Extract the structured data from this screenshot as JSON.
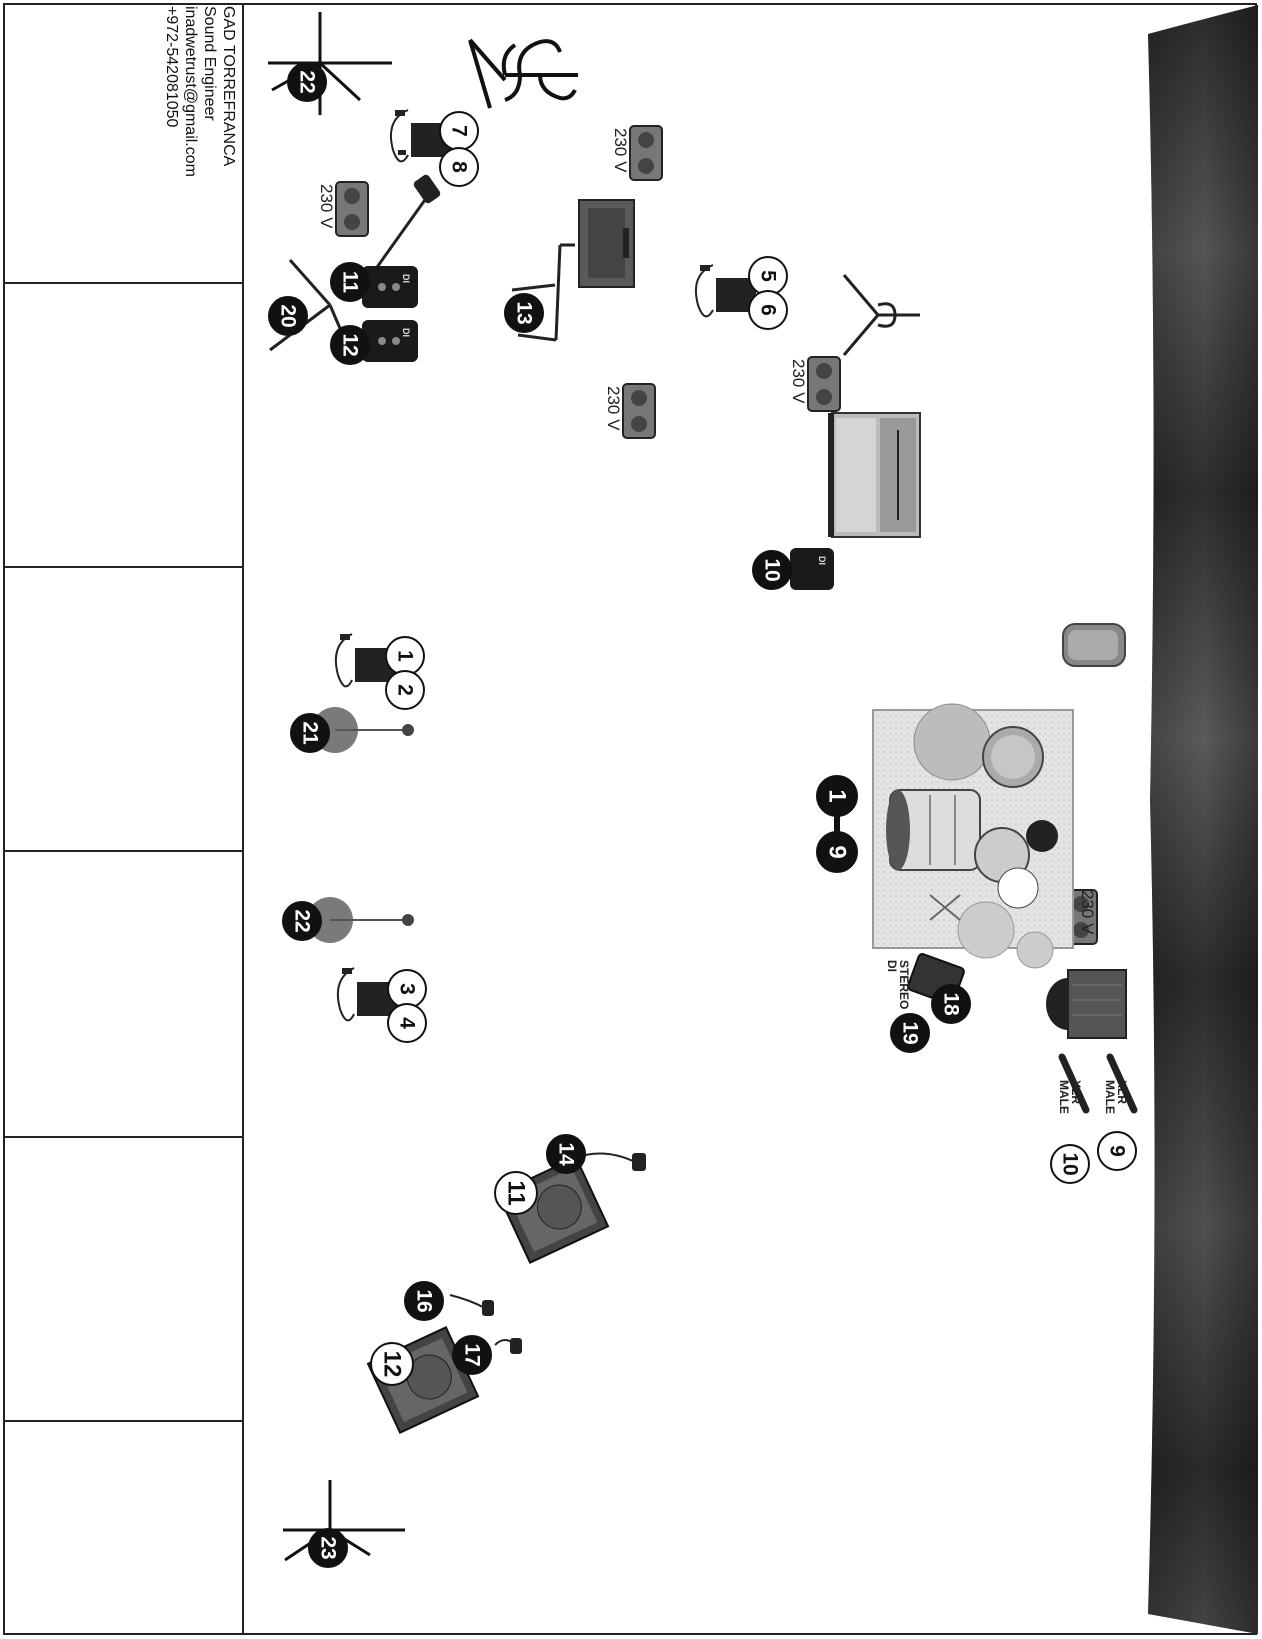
{
  "contact": {
    "name": "GAD TORREFRANCA",
    "role": "Sound Engineer",
    "email": "inadwetrust@gmail.com",
    "phone": "+972-542081050"
  },
  "power_label": "230 V",
  "labels": {
    "stereo_di": "STEREO DI",
    "xlr_male": "XLR MALE"
  },
  "di_box_text": "DI",
  "channels": {
    "c22a": "22",
    "c7": "7",
    "c8": "8",
    "c11": "11",
    "c12": "12",
    "c20": "20",
    "c13": "13",
    "c5": "5",
    "c6": "6",
    "c10": "10",
    "c1": "1",
    "c2": "2",
    "c21": "21",
    "c1_9a": "1",
    "c1_9b": "9",
    "c22b": "22",
    "c3": "3",
    "c4": "4",
    "c18": "18",
    "c19": "19",
    "c9x": "9",
    "c10x": "10",
    "c14": "14",
    "c11m": "11",
    "c16": "16",
    "c17": "17",
    "c12m": "12",
    "c23": "23"
  },
  "colors": {
    "badge_dark": "#111111",
    "badge_light": "#ffffff",
    "curtain": "#3a3a3a"
  }
}
